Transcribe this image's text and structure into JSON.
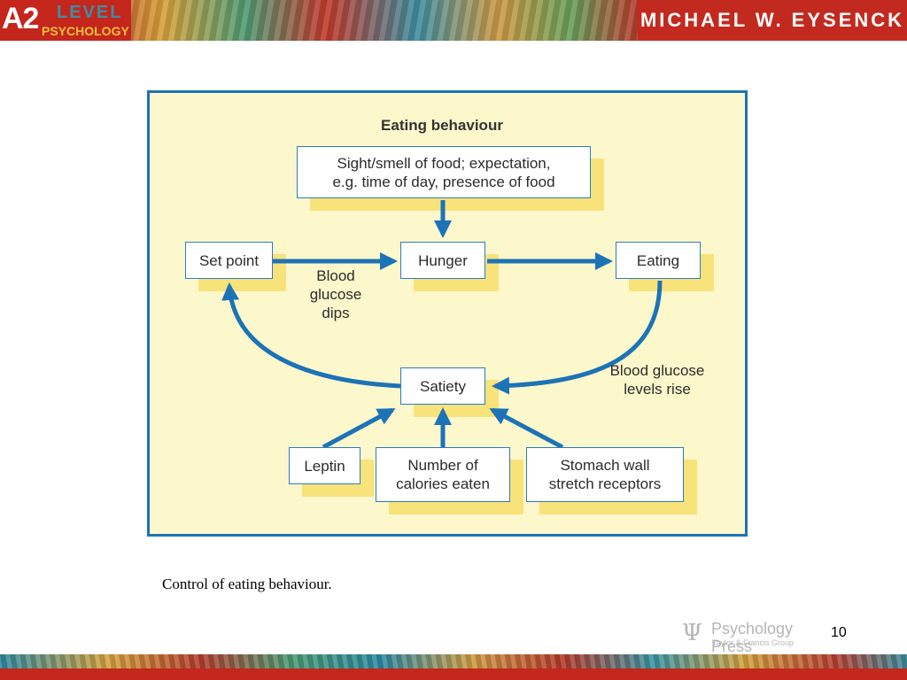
{
  "header": {
    "logo_a2": "A2",
    "logo_level": "LEVEL",
    "logo_psychology": "PSYCHOLOGY",
    "author": "MICHAEL W. EYSENCK"
  },
  "figure": {
    "title": "Eating behaviour",
    "nodes": {
      "sight": "Sight/smell of food; expectation,\ne.g. time of day, presence of food",
      "set_point": "Set point",
      "hunger": "Hunger",
      "eating": "Eating",
      "satiety": "Satiety",
      "leptin": "Leptin",
      "calories": "Number of\ncalories eaten",
      "stomach": "Stomach wall\nstretch receptors"
    },
    "labels": {
      "glucose_dips": "Blood\nglucose\ndips",
      "glucose_rise": "Blood glucose\nlevels rise"
    },
    "colors": {
      "arrow": "#1c73b6",
      "box_border": "#2a7dbd",
      "shadow": "#f8e27a",
      "background": "#fdf7cc"
    }
  },
  "caption": "Control of eating behaviour.",
  "publisher": {
    "icon": "psi-icon",
    "name": "Psychology Press",
    "sub": "Taylor & Francis Group"
  },
  "page_number": "10"
}
